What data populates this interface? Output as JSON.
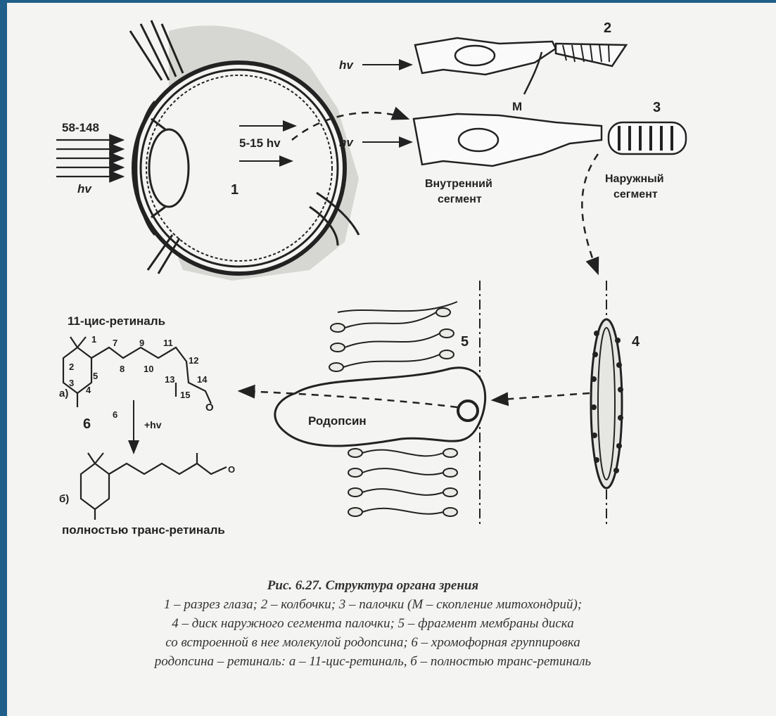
{
  "labels": {
    "n1": "1",
    "n2": "2",
    "n3": "3",
    "n4": "4",
    "n5": "5",
    "n6": "6",
    "m": "M",
    "photons_outside": "58-148",
    "photons_inside": "5-15 hv",
    "hv": "hv",
    "inner_segment_l1": "Внутренний",
    "inner_segment_l2": "сегмент",
    "outer_segment_l1": "Наружный",
    "outer_segment_l2": "сегмент",
    "cis_retinal_title": "11-цис-ретиналь",
    "rhodopsin": "Родопсин",
    "trans_retinal": "полностью транс-ретиналь",
    "label_a": "а)",
    "label_b": "б)",
    "plus_hv": "+hv",
    "oxygen": "O",
    "atoms": [
      "1",
      "2",
      "3",
      "4",
      "5",
      "6",
      "7",
      "8",
      "9",
      "10",
      "11",
      "12",
      "13",
      "14",
      "15"
    ]
  },
  "caption": {
    "title": "Рис. 6.27. Структура органа зрения",
    "line1": "1 – разрез глаза; 2 – колбочки; 3 – палочки (М – скопление митохондрий);",
    "line2": "4 – диск наружного сегмента палочки; 5 – фрагмент мембраны диска",
    "line3": "со встроенной в нее молекулой родопсина; 6 – хромофорная группировка",
    "line4": "родопсина – ретиналь: а – 11-цис-ретиналь, б – полностью транс-ретиналь"
  }
}
